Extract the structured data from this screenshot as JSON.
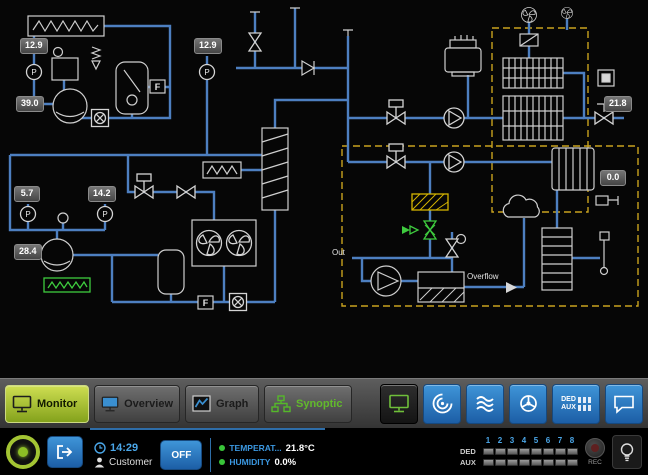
{
  "colors": {
    "accent_blue": "#2e86d0",
    "active_tab_green": "#9ec72e",
    "pipe_blue": "#4d7fc0",
    "zone_yellow": "#c8a21e",
    "ok_green": "#3ecb3e"
  },
  "diagram": {
    "gauge_letter": "P",
    "flow_letter": "F",
    "badges": [
      {
        "value": "12.9"
      },
      {
        "value": "12.9"
      },
      {
        "value": "39.0"
      },
      {
        "value": "5.7"
      },
      {
        "value": "14.2"
      },
      {
        "value": "28.4"
      },
      {
        "value": "21.8"
      },
      {
        "value": "0.0"
      }
    ],
    "labels": {
      "out": "Out",
      "overflow": "Overflow"
    }
  },
  "toolbar": {
    "tabs": [
      {
        "label": "Monitor"
      },
      {
        "label": "Overview"
      },
      {
        "label": "Graph"
      },
      {
        "label": "Synoptic"
      }
    ],
    "ded_label": "DED",
    "aux_label": "AUX"
  },
  "statusbar": {
    "time": "14:29",
    "user": "Customer",
    "off_button": "OFF",
    "temperature_label": "TEMPERAT...",
    "temperature_value": "21.8°C",
    "humidity_label": "HUMIDITY",
    "humidity_value": "0.0%",
    "ded_label": "DED",
    "aux_label": "AUX",
    "channels": [
      "1",
      "2",
      "3",
      "4",
      "5",
      "6",
      "7",
      "8"
    ],
    "rec_label": "REC"
  }
}
